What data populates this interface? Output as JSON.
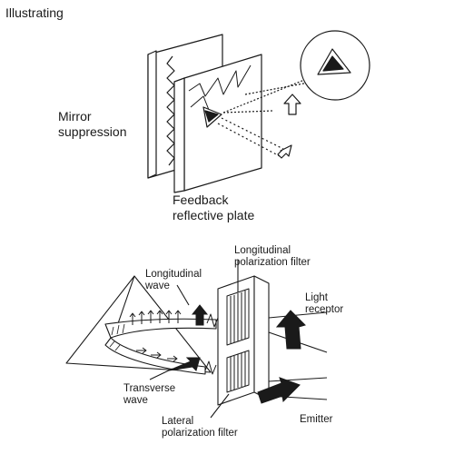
{
  "title": "Illustrating",
  "top_diagram": {
    "label_left": "Mirror\nsuppression",
    "label_bottom": "Feedback\nreflective plate"
  },
  "bottom_diagram": {
    "label_longitudinal_filter": "Longitudinal\npolarization filter",
    "label_longitudinal_wave": "Longitudinal\nwave",
    "label_light_receptor": "Light\nreceptor",
    "label_transverse_wave": "Transverse\nwave",
    "label_lateral_filter": "Lateral\npolarization filter",
    "label_emitter": "Emitter"
  }
}
